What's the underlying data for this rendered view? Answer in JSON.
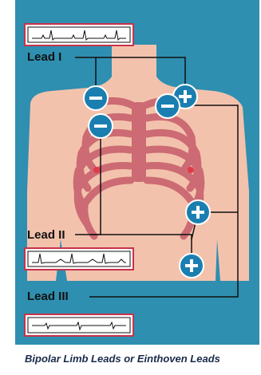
{
  "caption": "Bipolar Limb Leads or Einthoven Leads",
  "leads": [
    {
      "label": "Lead I"
    },
    {
      "label": "Lead II"
    },
    {
      "label": "Lead III"
    }
  ],
  "electrodes": {
    "negative_symbol": "−",
    "positive_symbol": "+"
  },
  "colors": {
    "background": "#2e8fb0",
    "skin": "#f3c2ad",
    "ribs": "#cc6b73",
    "electrode": "#1a7fb0",
    "ecg_frame": "#c8324a",
    "lines": "#111111"
  }
}
